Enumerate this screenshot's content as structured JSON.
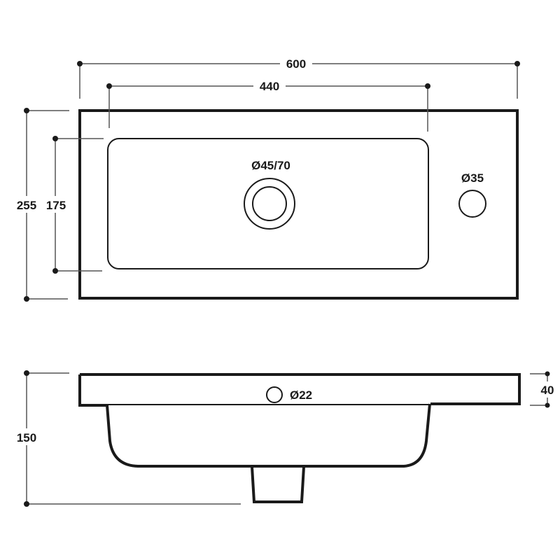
{
  "drawing": {
    "top_view": {
      "overall_width": "600",
      "basin_width": "440",
      "overall_depth": "255",
      "basin_depth": "175",
      "drain_label": "Ø45/70",
      "tap_hole_label": "Ø35"
    },
    "side_view": {
      "overall_height": "150",
      "deck_thickness": "40",
      "overflow_label": "Ø22"
    },
    "colors": {
      "line": "#1a1a1a",
      "dimension_line": "#555555",
      "background": "#ffffff"
    }
  }
}
